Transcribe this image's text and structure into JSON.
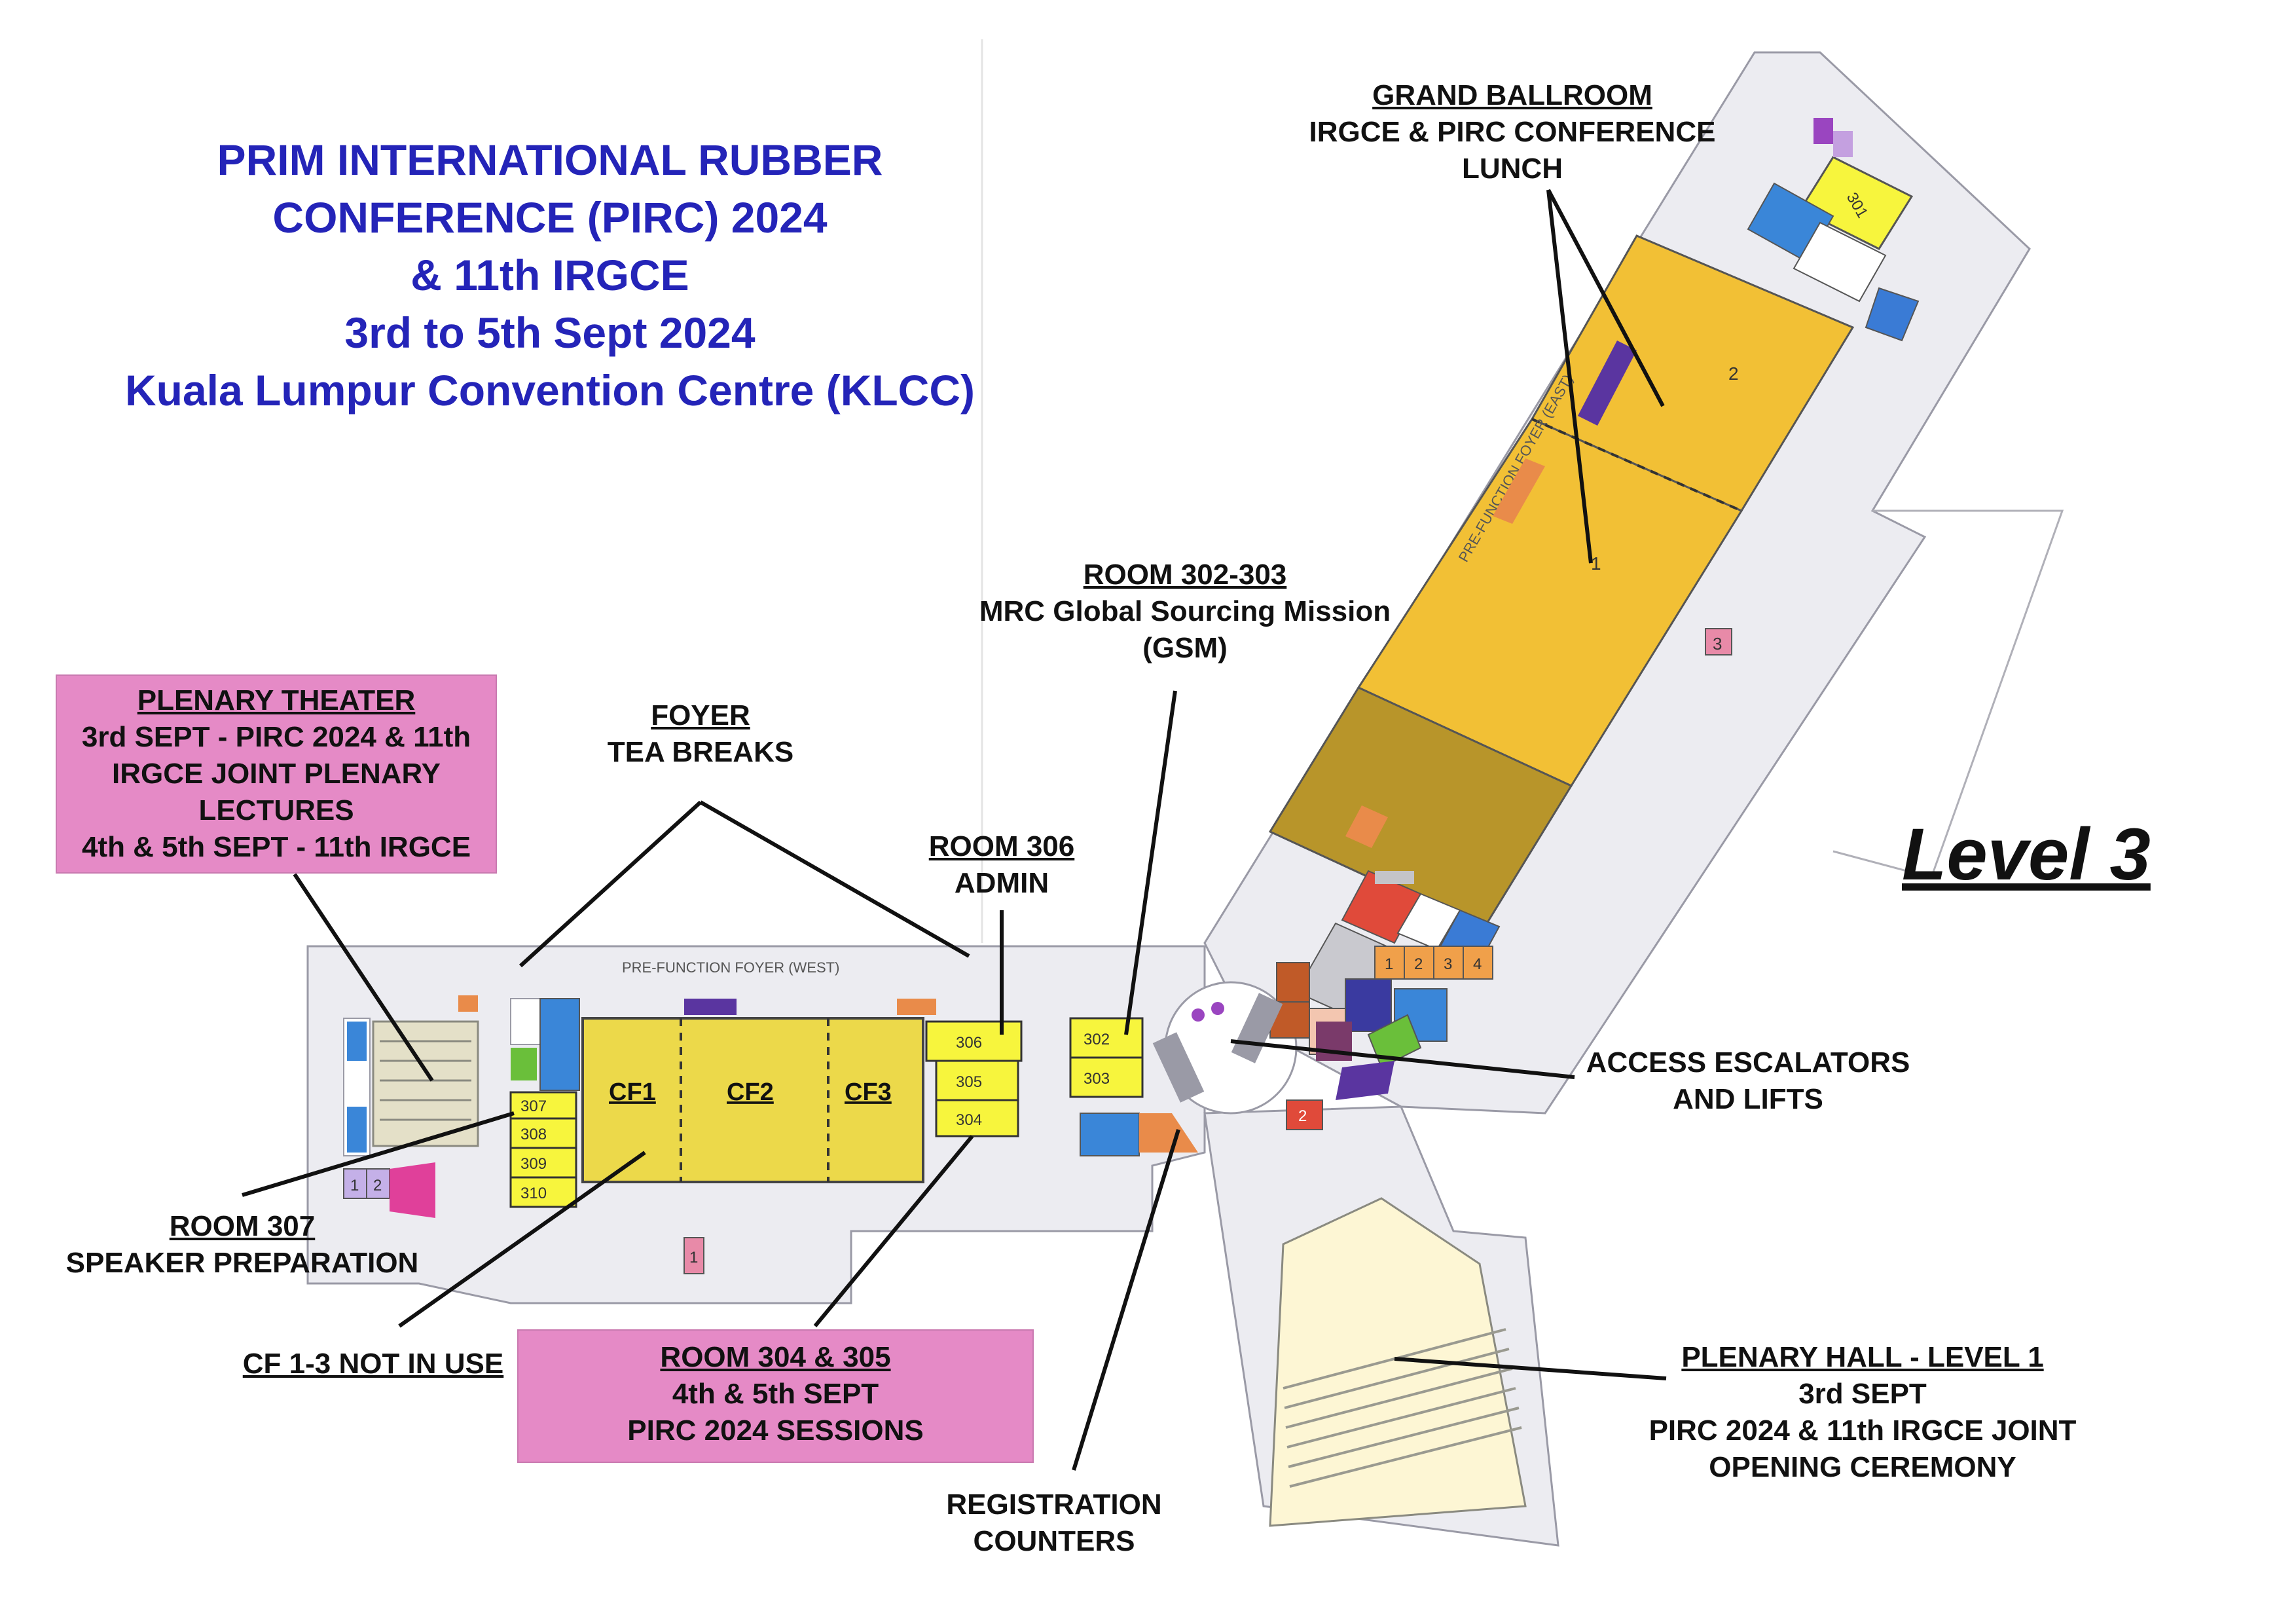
{
  "title_lines": [
    "PRIM INTERNATIONAL RUBBER",
    "CONFERENCE (PIRC) 2024",
    "& 11th IRGCE",
    "3rd to 5th Sept 2024",
    "Kuala Lumpur Convention Centre (KLCC)"
  ],
  "level": "Level 3",
  "labels": {
    "grand_ballroom": {
      "head": "GRAND BALLROOM",
      "lines": [
        "IRGCE & PIRC CONFERENCE",
        "LUNCH"
      ]
    },
    "room302": {
      "head": "ROOM 302-303",
      "lines": [
        "MRC Global Sourcing Mission",
        "(GSM)"
      ]
    },
    "plenary_theater": {
      "head": "PLENARY THEATER",
      "lines": [
        "3rd SEPT - PIRC 2024 & 11th",
        "IRGCE JOINT PLENARY",
        "LECTURES",
        "4th & 5th SEPT - 11th IRGCE"
      ]
    },
    "foyer": {
      "head": "FOYER",
      "lines": [
        "TEA BREAKS"
      ]
    },
    "room306": {
      "head": "ROOM 306",
      "lines": [
        "ADMIN"
      ]
    },
    "escalators": {
      "head": "",
      "lines": [
        "ACCESS ESCALATORS",
        "AND LIFTS"
      ]
    },
    "room307": {
      "head": "ROOM 307",
      "lines": [
        "SPEAKER PREPARATION"
      ]
    },
    "cf_not_in_use": {
      "head": "CF 1-3 NOT IN USE",
      "lines": []
    },
    "room304": {
      "head": "ROOM 304 & 305",
      "lines": [
        "4th & 5th SEPT",
        "PIRC 2024 SESSIONS"
      ]
    },
    "registration": {
      "head": "",
      "lines": [
        "REGISTRATION",
        "COUNTERS"
      ]
    },
    "plenary_hall": {
      "head": "PLENARY HALL - LEVEL 1",
      "lines": [
        "3rd SEPT",
        "PIRC 2024 & 11th IRGCE JOINT",
        "OPENING CEREMONY"
      ]
    }
  },
  "plan_labels": {
    "foyer_west": "PRE-FUNCTION FOYER (WEST)",
    "foyer_east": "PRE-FUNCTION FOYER (EAST)",
    "cf1": "CF1",
    "cf2": "CF2",
    "cf3": "CF3",
    "r301": "301",
    "r302": "302",
    "r303": "303",
    "r304": "304",
    "r305": "305",
    "r306": "306",
    "r307": "307",
    "r308": "308",
    "r309": "309",
    "r310": "310",
    "ballroom1": "1",
    "ballroom2": "2",
    "n1": "1",
    "n2": "2",
    "n3": "3",
    "n4": "4"
  },
  "colors": {
    "title": "#2424b8",
    "ballroom": "#f2c035",
    "ballroom_annex": "#b8952a",
    "cf_rooms": "#ecd94a",
    "small_rooms": "#f7f53d",
    "highlight_box": "#e58ac6",
    "plenary_hall": "#fdf6d4",
    "floor": "#ececf1"
  }
}
